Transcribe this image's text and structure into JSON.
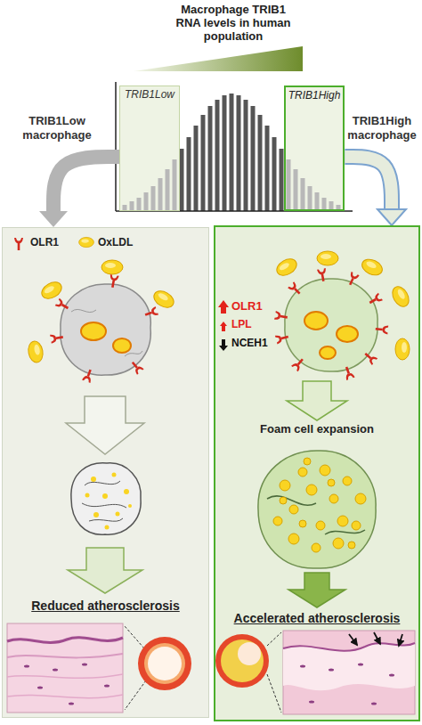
{
  "diagram": {
    "title": "Macrophage TRIB1 RNA levels in human population",
    "nodes": [
      {
        "text": [
          "TRIB1Low"
        ]
      },
      {
        "text": [
          "TRIB1High"
        ]
      },
      {
        "text": [
          "Reduced atherosclerosis"
        ]
      },
      {
        "text": [
          "Accelerated atherosclerosis"
        ]
      }
    ],
    "edges": [
      {
        "from": 0,
        "to": 2,
        "arrow": "to",
        "label": "TRIB1Low macrophage"
      },
      {
        "from": 1,
        "to": 3,
        "arrow": "to",
        "label": "TRIB1High macrophage"
      }
    ],
    "labels": [
      "OLR1",
      "LPL",
      "NCEH1",
      "Foam cell expansion"
    ],
    "legend": [
      {
        "text": "OLR1"
      },
      {
        "text": "OxLDL"
      }
    ]
  }
}
